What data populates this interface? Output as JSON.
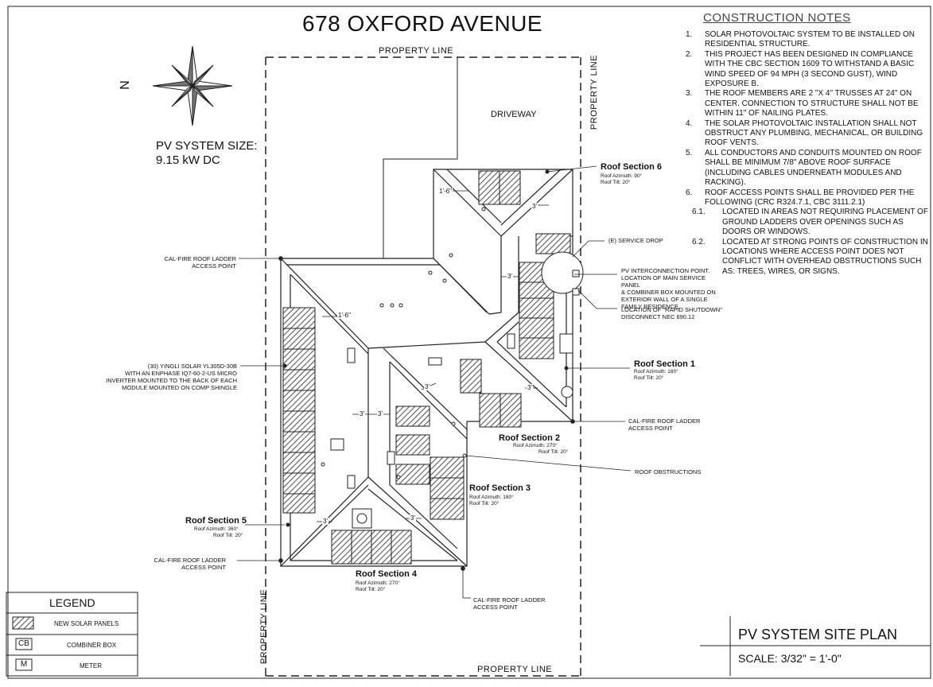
{
  "title": "678 OXFORD AVENUE",
  "compass": {
    "north_label": "N"
  },
  "pv_system": {
    "line1": "PV SYSTEM SIZE:",
    "line2": "9.15 kW DC"
  },
  "construction_notes": {
    "title": "CONSTRUCTION NOTES",
    "items": [
      {
        "num": "1.",
        "text": "SOLAR PHOTOVOLTAIC SYSTEM TO BE INSTALLED ON RESIDENTIAL STRUCTURE."
      },
      {
        "num": "2.",
        "text": "THIS PROJECT HAS BEEN DESIGNED IN COMPLIANCE WITH THE CBC SECTION 1609 TO WITHSTAND A BASIC WIND SPEED OF 94 MPH (3 SECOND GUST), WIND EXPOSURE B."
      },
      {
        "num": "3.",
        "text": "THE ROOF MEMBERS ARE 2 \"X 4\" TRUSSES AT 24\" ON CENTER. CONNECTION TO STRUCTURE SHALL NOT BE WITHIN 11\" OF NAILING PLATES."
      },
      {
        "num": "4.",
        "text": "THE SOLAR PHOTOVOLTAIC INSTALLATION SHALL NOT OBSTRUCT ANY PLUMBING, MECHANICAL, OR BUILDING ROOF VENTS."
      },
      {
        "num": "5.",
        "text": "ALL CONDUCTORS AND CONDUITS MOUNTED ON ROOF SHALL BE MINIMUM 7/8\" ABOVE ROOF SURFACE (INCLUDING CABLES UNDERNEATH MODULES AND RACKING)."
      },
      {
        "num": "6.",
        "text": "ROOF ACCESS POINTS SHALL BE PROVIDED PER THE FOLLOWING (CRC R324.7.1, CBC 3111.2.1)"
      }
    ],
    "subitems": [
      {
        "num": "6.1.",
        "text": "LOCATED IN AREAS NOT REQUIRING PLACEMENT OF GROUND LADDERS OVER OPENINGS SUCH AS DOORS OR WINDOWS."
      },
      {
        "num": "6.2.",
        "text": "LOCATED AT STRONG POINTS OF CONSTRUCTION IN LOCATIONS WHERE ACCESS POINT DOES NOT CONFLICT WITH OVERHEAD OBSTRUCTIONS SUCH AS: TREES, WIRES, OR SIGNS."
      }
    ]
  },
  "property_line": "PROPERTY LINE",
  "driveway": "DRIVEWAY",
  "callouts": {
    "ladder_1": [
      "CAL-FIRE ROOF LADDER",
      "ACCESS POINT"
    ],
    "ladder_2": [
      "CAL-FIRE ROOF LADDER",
      "ACCESS POINT"
    ],
    "ladder_3": [
      "CAL-FIRE ROOF LADDER",
      "ACCESS POINT"
    ],
    "ladder_4": [
      "CAL-FIRE ROOF LADDER",
      "ACCESS POINT"
    ],
    "modules": [
      "(30) YINGLI SOLAR YL305D-30B",
      "WITH AN ENPHASE IQ7-60-2-US MICRO",
      "INVERTER MOUNTED TO THE BACK OF  EACH",
      "MODULE MOUNTED ON COMP SHINGLE"
    ],
    "service_drop": "(E) SERVICE DROP",
    "interconnection": [
      "PV INTERCONNECTION POINT.",
      "LOCATION OF MAIN SERVICE PANEL",
      "& COMBINER BOX MOUNTED ON",
      "EXTERIOR  WALL OF A SINGLE",
      "FAMILY RESIDENCE."
    ],
    "rapid_shutdown": [
      "LOCATION OF \"RAPID SHUTDOWN\"",
      "DISCONNECT NEC 690.12"
    ],
    "obstructions": "ROOF OBSTRUCTIONS"
  },
  "sections": {
    "s1": {
      "name": "Roof Section 1",
      "azimuth": "Roof Azimuth: 180°",
      "tilt": "Roof Tilt: 20°"
    },
    "s2": {
      "name": "Roof Section 2",
      "azimuth": "Roof Azimuth: 270°",
      "tilt": "Roof Tilt: 20°"
    },
    "s3": {
      "name": "Roof Section 3",
      "azimuth": "Roof Azimuth: 180°",
      "tilt": "Roof Tilt: 20°"
    },
    "s4": {
      "name": "Roof Section 4",
      "azimuth": "Roof Azimuth: 270°",
      "tilt": "Roof Tilt: 20°"
    },
    "s5": {
      "name": "Roof Section 5",
      "azimuth": "Roof Azimuth: 360°",
      "tilt": "Roof Tilt: 20°"
    },
    "s6": {
      "name": "Roof Section 6",
      "azimuth": "Roof Azimuth: 90°",
      "tilt": "Roof Tilt: 20°"
    }
  },
  "dims": {
    "d1_6": "1'-6\"",
    "d3": "3'"
  },
  "legend": {
    "title": "LEGEND",
    "rows": [
      {
        "symbol": "",
        "label": "NEW SOLAR PANELS"
      },
      {
        "symbol": "CB",
        "label": "COMBINER BOX"
      },
      {
        "symbol": "M",
        "label": "METER"
      }
    ]
  },
  "title_block": {
    "name": "PV SYSTEM SITE PLAN",
    "scale": "SCALE: 3/32\" = 1'-0\""
  }
}
